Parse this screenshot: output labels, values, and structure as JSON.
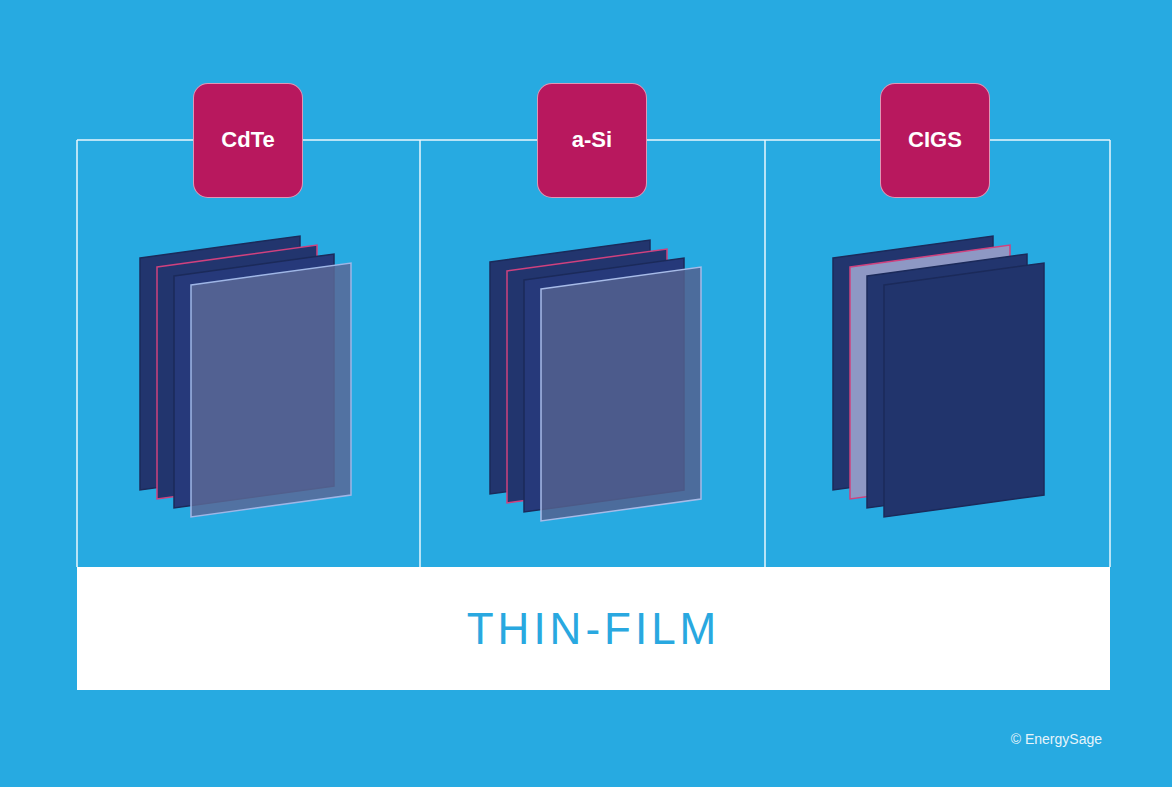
{
  "diagram": {
    "nodes": [
      {
        "text": [
          "CdTe"
        ]
      },
      {
        "text": [
          "a-Si"
        ]
      },
      {
        "text": [
          "CIGS"
        ]
      },
      {
        "text": [
          "THIN-FILM"
        ]
      }
    ],
    "labels": [
      "© EnergySage"
    ]
  }
}
